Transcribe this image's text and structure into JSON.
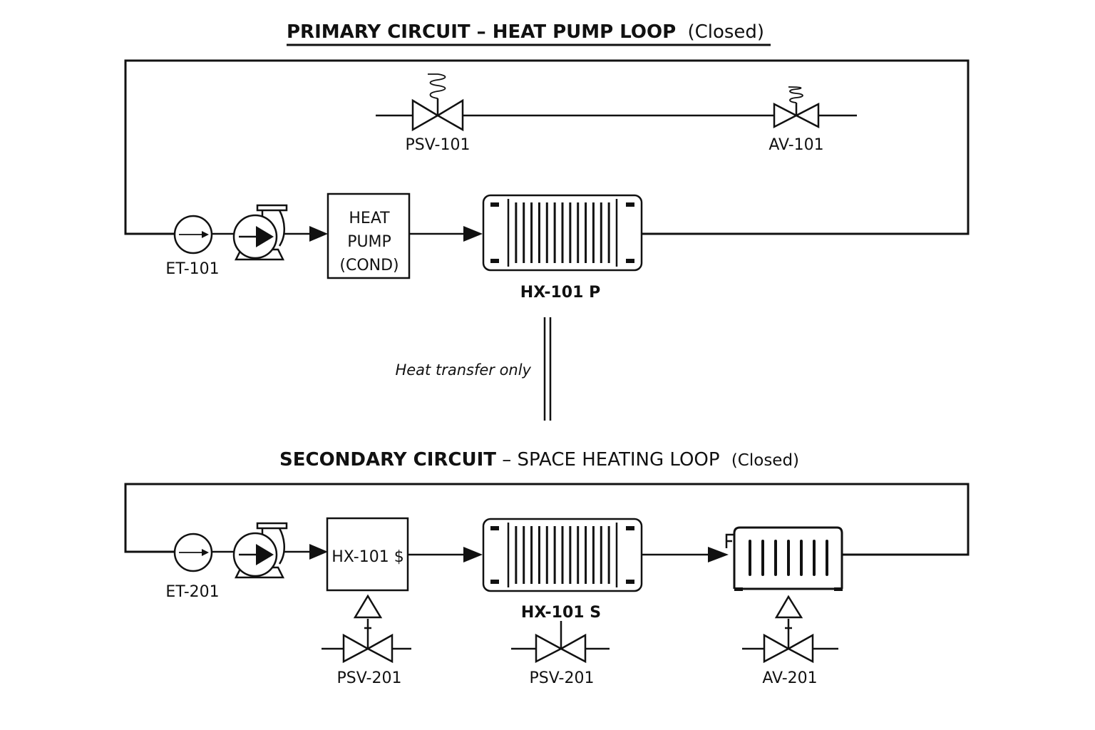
{
  "primary": {
    "title_bold": "PRIMARY CIRCUIT – HEAT PUMP LOOP",
    "title_suffix": "(Closed)",
    "expansion_tank": "ET-101",
    "heat_pump": [
      "HEAT",
      "PUMP",
      "(COND)"
    ],
    "heat_exchanger": "HX-101 P",
    "relief_valve": "PSV-101",
    "air_vent": "AV-101"
  },
  "transfer_note": "Heat transfer only",
  "secondary": {
    "title_bold": "SECONDARY CIRCUIT",
    "title_rest": " – SPACE HEATING LOOP",
    "title_suffix": "(Closed)",
    "expansion_tank": "ET-201",
    "hx_box": "HX-101 $",
    "heat_exchanger": "HX-101 S",
    "relief_valve_1": "PSV-201",
    "relief_valve_2": "PSV-201",
    "air_vent": "AV-201"
  }
}
